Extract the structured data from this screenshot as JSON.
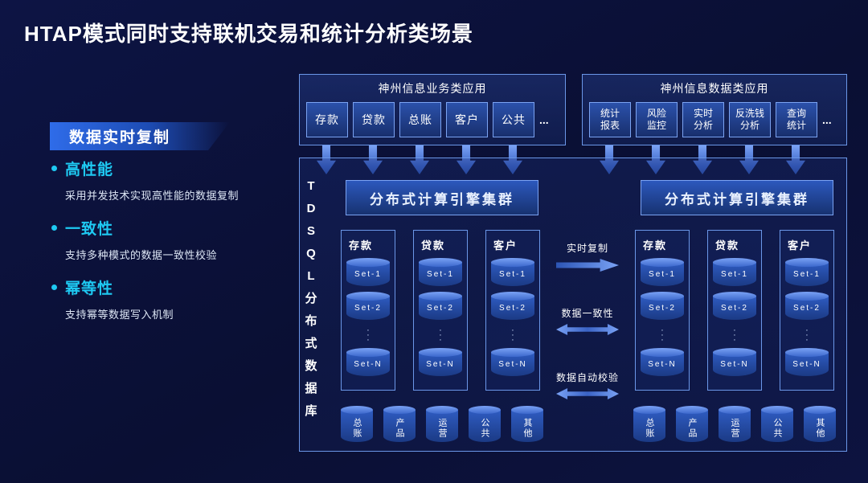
{
  "colors": {
    "background": "#0a0f33",
    "accent_cyan": "#1ec9f2",
    "panel_border": "#6b97e8",
    "arrow_blue": "#5d8df0"
  },
  "title": "HTAP模式同时支持联机交易和统计分析类场景",
  "left_panel": {
    "badge": "数据实时复制",
    "bullets": [
      {
        "head": "高性能",
        "desc": "采用并发技术实现高性能的数据复制"
      },
      {
        "head": "一致性",
        "desc": "支持多种模式的数据一致性校验"
      },
      {
        "head": "幂等性",
        "desc": "支持幂等数据写入机制"
      }
    ]
  },
  "business_apps": {
    "title": "神州信息业务类应用",
    "items": [
      "存款",
      "贷款",
      "总账",
      "客户",
      "公共"
    ],
    "ellipsis": "..."
  },
  "data_apps": {
    "title": "神州信息数据类应用",
    "items": [
      "统计\n报表",
      "风险\n监控",
      "实时\n分析",
      "反洗钱\n分析",
      "查询\n统计"
    ],
    "ellipsis": "..."
  },
  "tdsql": {
    "vertical_chars": [
      "T",
      "D",
      "S",
      "Q",
      "L",
      "分",
      "布",
      "式",
      "数",
      "据",
      "库"
    ],
    "engine_cluster": "分布式计算引擎集群",
    "db_columns": [
      "存款",
      "贷款",
      "客户"
    ],
    "sets": [
      "Set-1",
      "Set-2",
      "Set-N"
    ],
    "dots": "·\n·\n·",
    "bottom_dbs": [
      "总账",
      "产品",
      "运营",
      "公共",
      "其他"
    ],
    "links": [
      {
        "label": "实时复制"
      },
      {
        "label": "数据一致性"
      },
      {
        "label": "数据自动校验"
      }
    ]
  }
}
